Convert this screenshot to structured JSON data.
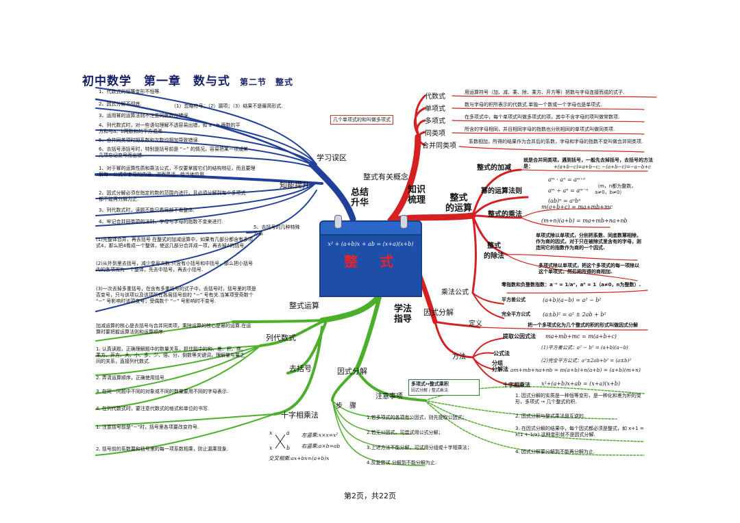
{
  "header": {
    "title": "初中数学　第一章　数与式",
    "section": "第二节　整式"
  },
  "center": {
    "equation": "x² + (a+b)x + ab = (x+a)(x+b)",
    "title": "整　式"
  },
  "red_branch": {
    "hubs": [
      "知识\n梳理",
      "整式有关概念",
      "整式\n的运算",
      "因式分解"
    ],
    "concepts": [
      {
        "term": "代数式",
        "desc": "用运算符号（加、减、乘、除、乘方、开方等）把数与字母连接而成的式子."
      },
      {
        "term": "单项式",
        "desc": "数与字母的积所表示的代数式.单独一个数或一个字母也是单项式."
      },
      {
        "term": "多项式",
        "desc": "在多项式中，每个单项式叫做多项式的项，其中不含字母的项叫做常数项."
      },
      {
        "term": "同类项",
        "desc": "所含的字母相同，并且相同字母的指数也分别相同的单项式叫做同类项."
      },
      {
        "term": "合并同类项",
        "desc": "系数相加，所得的结果作为合并后的系数，字母和字母的指数不变叫做合并同类项."
      }
    ],
    "polynomial_note": "几个单项式的和叫做多项式",
    "operations": {
      "add_sub": {
        "label": "整式的加减",
        "desc": "就是合并同类项，遇到括号，一般先去掉括号，去括号的方法是：",
        "formula": "+(a+b−c)=a+b−c; −(a+b−c)=−a−b+c"
      },
      "power": {
        "label": "幂的运算法则",
        "f1": "aᵐ · aⁿ = aᵐ⁺ⁿ",
        "f2": "aᵐ ÷ aⁿ = aᵐ⁻ⁿ",
        "f3": "(ab)ⁿ = aⁿbⁿ",
        "cond": "（m，n都为整数，a≠0，b≠0）"
      },
      "mult": {
        "label": "整式的乘法",
        "f1": "m(a+b+c) = ma+mb+mc",
        "f2": "(m+n)(a+b) = ma+mb+na+nb"
      },
      "div": {
        "label": "整式\n的除法",
        "d1": "单项式除以单项式，分别把系数、同底数幂相除，作为商的因式，对于只在被除式里含有的字母，则连同它的指数作为商的一个因式.",
        "d2": "多项式除以单项式，把这个多项式的每一项除以这个单项式，然后把所得的商相加.",
        "neg_exp": "零指数和负整数指数：a⁻ⁿ = 1/aⁿ，a⁰ = 1（a≠0，n为整数）."
      },
      "special": {
        "label": "乘法公式",
        "diff_label": "平方差公式",
        "diff": "(a+b)(a−b) = a² − b²",
        "sq_label": "完全平方公式",
        "sq": "(a±b)² = a² ± 2ab + b²"
      }
    },
    "factoring": {
      "def_label": "定义",
      "definition": "把一个多项式化为几个整式的积的形式叫做因式分解",
      "method_label": "方法",
      "common": {
        "label": "提取公因式法",
        "f": "ma+mb+mc = m(a+b+c)"
      },
      "formula_label": "公式法",
      "formula_1": "(1)平方差公式：a² − b² = (a+b)(a−b)",
      "formula_2": "(2)完全平方公式：a²±2ab+b² = (a±b)²",
      "group_label": "分组\n分解法",
      "group_f": "am+mb+na+nb = m(a+b)+n(a+b) = (a+b)(m+n)",
      "cross_label": "十字相乘法",
      "cross_f": "x²+(a+b)x+ab = (x+a)(x+b)"
    }
  },
  "green_branch": {
    "hubs": [
      "学法\n指导",
      "整式运算",
      "列代数式",
      "去括号",
      "因式分解",
      "十字相乘法"
    ],
    "op_core": "加减运算的核心是去括号与合并同类项，乘除运算的核心是幂的运算.在运算时要把握运算法则和运算顺序.",
    "algebraic": [
      "1. 认真读题，正确理解题中的数量关系，抓住题中的和、差、积、商、乘方、开方、大、小、多、少、倍、分、倒数等关键词，理解量与量之间的关系，直接列代数式.",
      "2. 弄清运算顺序，正确使用括号.",
      "3. 在同一问题中不同的对象或不同的数量要用不同的字母表示.",
      "4. 在列代数式时，要注意代数式的格式和单位的书写."
    ],
    "cross": [
      "1. 注意括号前是“−”时，括号里各项要改变符号.",
      "2. 括号前的系数要和括号里的每一项系数相乘，防止漏乘现象."
    ],
    "cross_diagram": {
      "left_top": "x",
      "left_bottom": "x",
      "right_top": "a",
      "right_bottom": "b",
      "l1": "左竖乘:x×x=x²",
      "l2": "右竖乘:a×b=ab",
      "l3": "交叉相乘:ax+bx=(a+b)x"
    },
    "steps_label": "步　骤",
    "steps": [
      "1.若多项式的各项有公因式，则先提取公因式；",
      "2.若无公因式，可尝试用公式分解；",
      "3.上述方法不能分解，可试用分组或十字相乘法；",
      "4.反复尝试 分解到不能分解为止."
    ],
    "attention_label": "注意事项",
    "box_left": "多项式↔整式乘积",
    "box_small": "因式分解 / 整式乘法",
    "attention": [
      "1. 因式分解的实质是一种恒等变形，是一种化和差为积的变形，多项式 → 几个整式的积.",
      "2. 因式分解与整式乘法是互逆的.",
      "3. 在因式分解的结果中，每个因式都必须是整式，如 x+1 = x(1 + 1/x) 这种变形就不是因式分解.",
      "4. 因式分解要分解到不能再分解为止."
    ]
  },
  "blue_branch": {
    "hubs": [
      "总结\n升华",
      "学习误区",
      "知能提升"
    ],
    "mistakes": [
      "1、代数式的恒等变形不恒等.",
      "2、因式分解不彻底.",
      "3、运用幂的运算法则不注意同底数出错误.",
      "4、列代数式时，对一些语句理解不透容易出错，如 a・b 两数的平方和与a、b两数和的平方混淆.",
      "5、合并同类项时把系数和次数均相加导致错误.",
      "6、去括号添括号时，特别是括号前是 “−” 的情况，容易把某一项或某几项忘记变号而出错."
    ],
    "mistake_note": "（1）忽略符号；（2）漏项；（3）结果不是最简形式.",
    "improve": [
      "1、对于幂的运算性质和乘法公式，不仅要掌握它们的结构特征，而且要理解每一公式中字母的内涵，进而灵活、恰当地应用.",
      "2、因式分解必须在指定的数的范围内进行，且必须分解到每个多项式都不能再分解为止.",
      "3、列代数式时，读题不能只看局部不看整体.",
      "4、牢记合并同类项的法则，字母与字母的指数不变来进行."
    ],
    "bracket_label": "5、去括号的几种特殊方法",
    "bracket": [
      "(1)先整体合并，再去括号 在整式的加减运算中，如果有几部分都含有多项式4，那么把4看成一个整体，使这几部分合并成一项，再去掉4的括号.",
      "(2)从外到里去括号，减少变号次数.只含有小括号和中括号，那么把小括号内的各项视为一个整体，先去中括号，再去小括号.",
      "(3)一次去掉多重括号，在含有多重括号的式子中，去括号时，括号里的项是否变号，只与该项以及该项所在各层括号前的 “−” 号有关.当某项受奇数个 “−” 号影响时该项变号；受偶数个 “−” 号影响时不变号."
    ]
  },
  "footer": {
    "page": "第2页，共22页"
  }
}
